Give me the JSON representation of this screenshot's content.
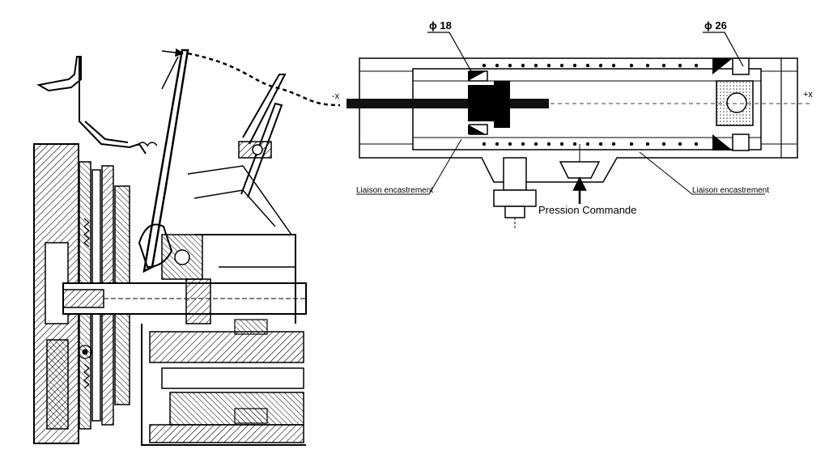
{
  "figure": {
    "labels": {
      "diameter_18": "ϕ 18",
      "diameter_26": "ϕ 26",
      "minus_x": "-x",
      "plus_x": "+x",
      "liaison_left": "Liaison encastrement",
      "liaison_right": "Liaison encastrement",
      "pression": "Pression Commande"
    }
  }
}
